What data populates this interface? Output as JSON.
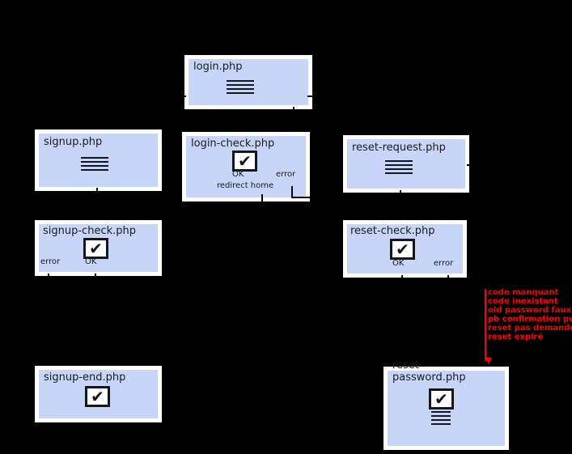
{
  "nodes": {
    "login": {
      "label": "login.php"
    },
    "signup": {
      "label": "signup.php"
    },
    "login_check": {
      "label": "login-check.php",
      "ok": "OK",
      "error": "error",
      "note": "redirect home"
    },
    "reset_request": {
      "label": "reset-request.php"
    },
    "signup_check": {
      "label": "signup-check.php",
      "error": "error",
      "ok": "OK"
    },
    "reset_check": {
      "label": "reset-check.php",
      "ok": "OK",
      "error": "error"
    },
    "signup_end": {
      "label": "signup-end.php"
    },
    "reset_password": {
      "label_line1": "reset-",
      "label_line2": "password.php"
    }
  },
  "error_notes": [
    "code manquant",
    "code inexistant",
    "old password faux",
    "pb confirmation pw",
    "reset pas demandé",
    "reset expiré"
  ],
  "icons": {
    "form": "form-lines-icon",
    "check": "checkbox-checked-icon",
    "checkmark_glyph": "✔"
  },
  "colors": {
    "background": "#000000",
    "node_fill": "#c7d6f8",
    "node_border": "#ffffff",
    "text": "#1a1a1a",
    "line": "#000000",
    "error": "#ff0000"
  }
}
